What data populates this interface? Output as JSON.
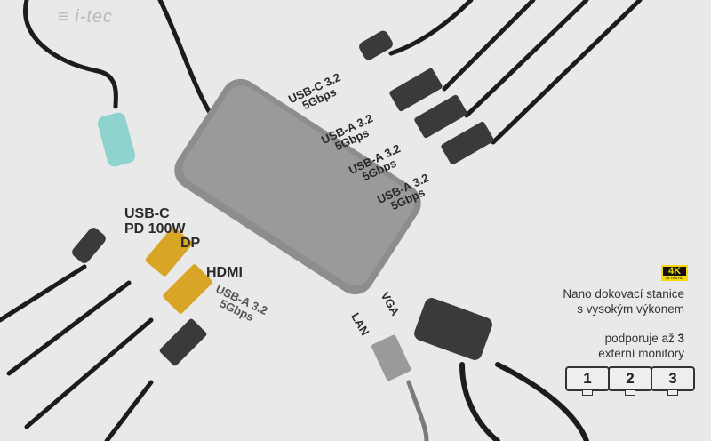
{
  "brand": {
    "logo_text": "i-tec"
  },
  "ports": {
    "usbc_top": [
      "USB-C 3.2",
      "5Gbps"
    ],
    "usba_1": [
      "USB-A 3.2",
      "5Gbps"
    ],
    "usba_2": [
      "USB-A 3.2",
      "5Gbps"
    ],
    "usba_3": [
      "USB-A 3.2",
      "5Gbps"
    ],
    "usbc_pd": [
      "USB-C",
      "PD 100W"
    ],
    "dp": "DP",
    "hdmi": "HDMI",
    "usba_left": [
      "USB-A 3.2",
      "5Gbps"
    ],
    "vga": "VGA",
    "lan": "LAN"
  },
  "badge": {
    "main": "4K",
    "sub": "ULTRA HD",
    "color": "#f5d90a"
  },
  "info": {
    "line1": "Nano dokovací stanice",
    "line2": "s vysokým výkonem",
    "line3_prefix": "podporuje až ",
    "line3_bold": "3",
    "line4": "externí monitory"
  },
  "monitors": [
    "1",
    "2",
    "3"
  ],
  "colors": {
    "background": "#e9e9e9",
    "device": "#8d8d8f",
    "cable": "#1c1c1c",
    "usbc_head": "#8fd3cf"
  }
}
